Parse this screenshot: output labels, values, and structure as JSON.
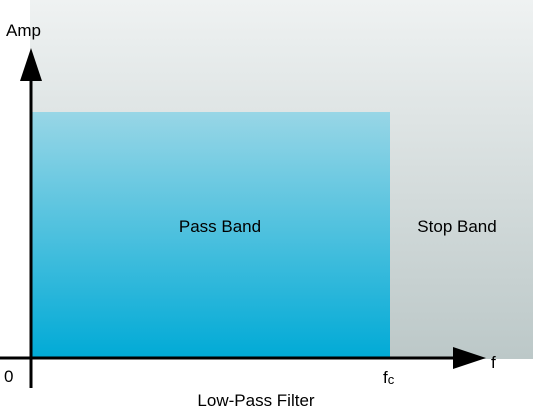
{
  "diagram": {
    "type": "filter-response",
    "y_axis_label": "Amp",
    "x_axis_label": "f",
    "origin_label": "0",
    "cutoff_label_main": "f",
    "cutoff_label_sub": "c",
    "pass_band_label": "Pass Band",
    "stop_band_label": "Stop Band",
    "caption": "Low-Pass Filter"
  },
  "colors": {
    "pass_band_top": "#98d6e6",
    "pass_band_bottom": "#00aad6",
    "stop_band_top": "#eff2f2",
    "stop_band_bottom": "#bcc8c8",
    "axis": "#000000"
  }
}
